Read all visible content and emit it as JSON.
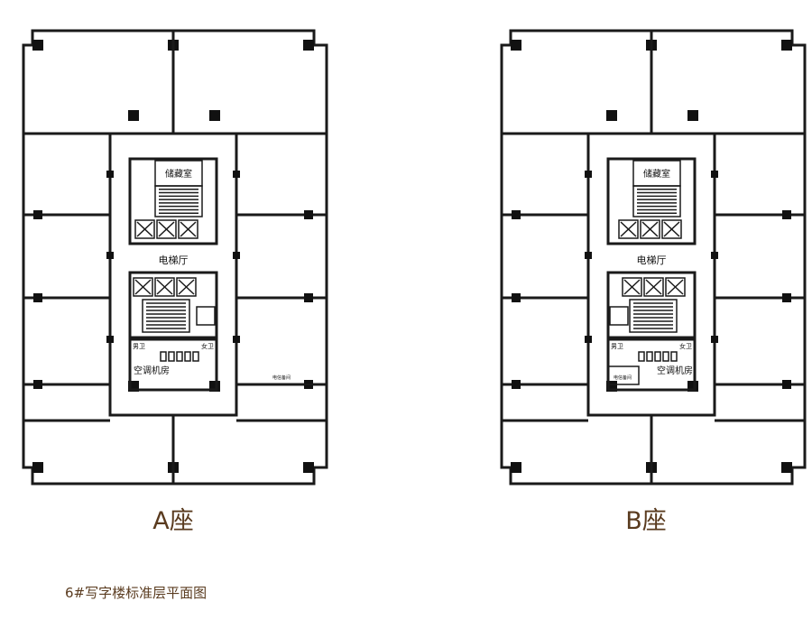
{
  "page": {
    "caption": "6#写字楼标准层平面图"
  },
  "colors": {
    "accent": "#5a3b1f",
    "wall": "#1a1a1a"
  },
  "towers": [
    {
      "label": "A座",
      "rooms": {
        "storage": "储藏室",
        "lobby": "电梯厅",
        "ac_room": "空调机房",
        "restroom_a": "男卫",
        "restroom_b": "女卫",
        "equipment": "电信备间"
      }
    },
    {
      "label": "B座",
      "rooms": {
        "storage": "储藏室",
        "lobby": "电梯厅",
        "ac_room": "空调机房",
        "restroom_a": "女卫",
        "restroom_b": "男卫",
        "equipment": "电信备间"
      }
    }
  ]
}
